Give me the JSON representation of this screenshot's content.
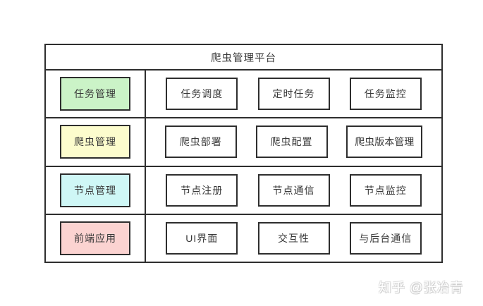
{
  "diagram": {
    "title": "爬虫管理平台",
    "border_color": "#2e2e2e",
    "text_color": "#383838",
    "rows": [
      {
        "category": {
          "label": "任务管理",
          "color": "#cbf3c7"
        },
        "items": [
          "任务调度",
          "定时任务",
          "任务监控"
        ]
      },
      {
        "category": {
          "label": "爬虫管理",
          "color": "#fcfccd"
        },
        "items": [
          "爬虫部署",
          "爬虫配置",
          "爬虫版本管理"
        ]
      },
      {
        "category": {
          "label": "节点管理",
          "color": "#cff7f6"
        },
        "items": [
          "节点注册",
          "节点通信",
          "节点监控"
        ]
      },
      {
        "category": {
          "label": "前端应用",
          "color": "#fbd3d1"
        },
        "items": [
          "UI界面",
          "交互性",
          "与后台通信"
        ]
      }
    ]
  },
  "watermark": {
    "text": "知乎 @张冶青"
  }
}
